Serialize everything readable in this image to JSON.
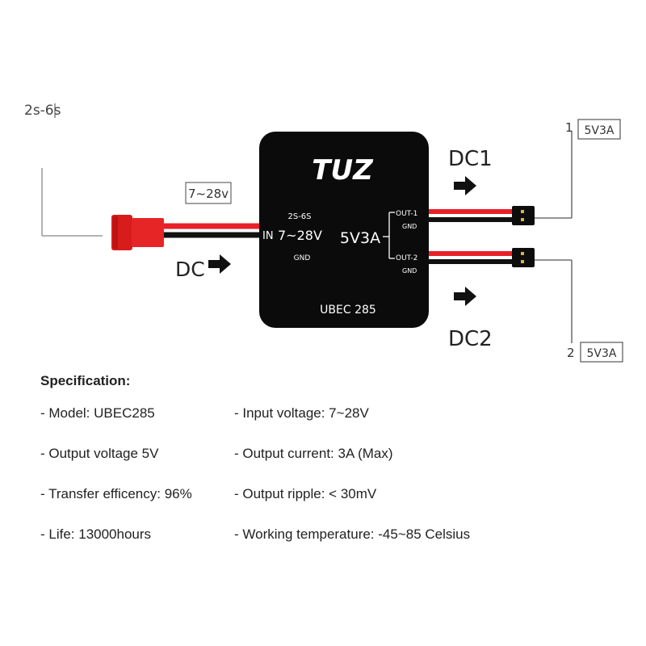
{
  "diagram": {
    "input_range_note": "2s-6s",
    "input_voltage_label": "7~28v",
    "dc_label": "DC",
    "dc1_label": "DC1",
    "dc2_label": "DC2",
    "module": {
      "brand": "TUZ",
      "cell_range": "2S-6S",
      "in_label": "IN",
      "in_voltage": "7~28V",
      "gnd_in": "GND",
      "output_rating": "5V3A",
      "out1": "OUT-1",
      "gnd_out1": "GND",
      "out2": "OUT-2",
      "gnd_out2": "GND",
      "model": "UBEC 285"
    },
    "output1": {
      "number": "1",
      "rating": "5V3A"
    },
    "output2": {
      "number": "2",
      "rating": "5V3A"
    },
    "colors": {
      "wire_red": "#e8202a",
      "wire_black": "#111111",
      "module_body": "#0b0b0b",
      "connector_red": "#e02020"
    }
  },
  "spec": {
    "title": "Specification:",
    "rows": [
      {
        "left": "- Model: UBEC285",
        "right": "- Input voltage: 7~28V"
      },
      {
        "left": "- Output voltage 5V",
        "right": "- Output current: 3A (Max)"
      },
      {
        "left": "- Transfer efficency: 96%",
        "right": "- Output ripple: < 30mV"
      },
      {
        "left": "- Life: 13000hours",
        "right": "- Working temperature: -45~85 Celsius"
      }
    ]
  }
}
